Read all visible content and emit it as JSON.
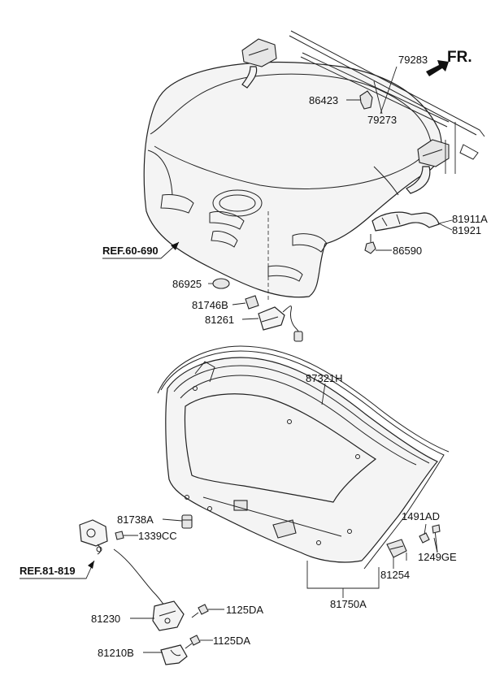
{
  "direction_label": "FR.",
  "references": {
    "ref_body": "REF.60-690",
    "ref_latch": "REF.81-819"
  },
  "parts": {
    "p79283": "79283",
    "p86423": "86423",
    "p79273": "79273",
    "p81911a": "81911A",
    "p81921": "81921",
    "p86590": "86590",
    "p86925": "86925",
    "p81746b": "81746B",
    "p81261": "81261",
    "p87321h": "87321H",
    "p81738a": "81738A",
    "p1339cc": "1339CC",
    "p1491ad": "1491AD",
    "p1249ge": "1249GE",
    "p81254": "81254",
    "p81750a": "81750A",
    "p81230": "81230",
    "p1125da_a": "1125DA",
    "p81210b": "81210B",
    "p1125da_b": "1125DA"
  }
}
